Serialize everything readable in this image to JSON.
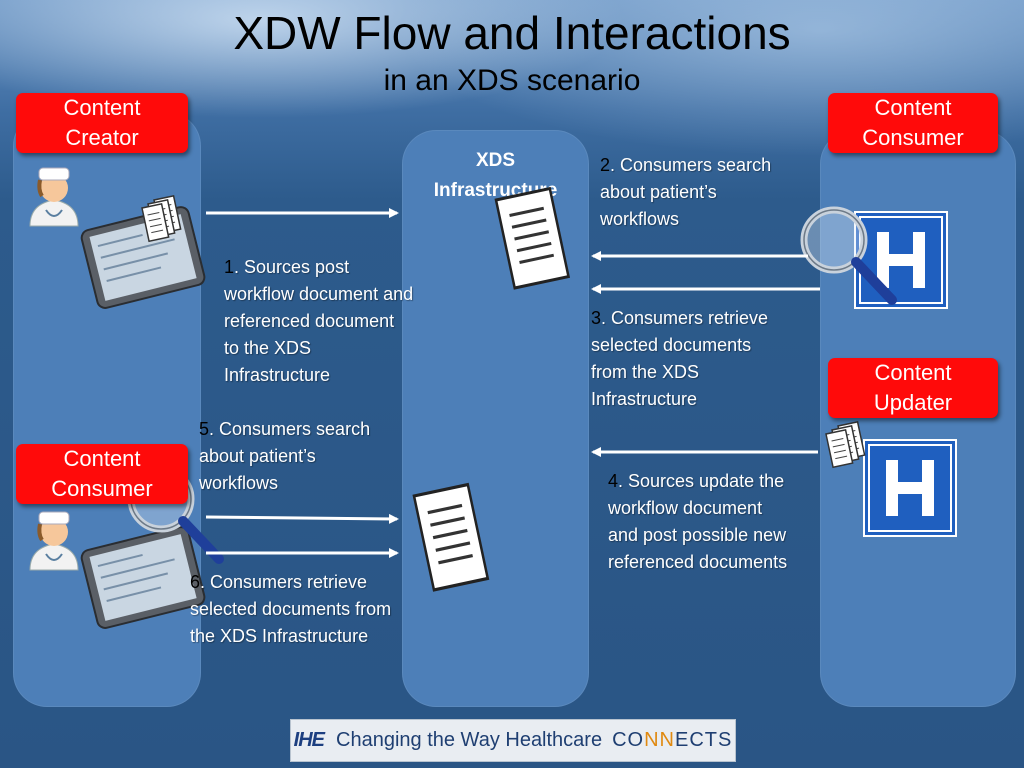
{
  "title": "XDW Flow and Interactions",
  "subtitle": "in an XDS scenario",
  "roles": {
    "content_creator": "Content\nCreator",
    "content_consumer_top": "Content\nConsumer",
    "content_updater": "Content\nUpdater",
    "content_consumer_bottom": "Content\nConsumer"
  },
  "infrastructure_label": "XDS\nInfrastructure",
  "steps": [
    {
      "num": "1",
      "text": ". Sources post workflow document and referenced document to the XDS Infrastructure"
    },
    {
      "num": "2",
      "text": ". Consumers search about patient’s workflows"
    },
    {
      "num": "3",
      "text": ". Consumers retrieve selected documents from the XDS Infrastructure"
    },
    {
      "num": "4",
      "text": ". Sources update the workflow document and post possible new referenced documents"
    },
    {
      "num": "5",
      "text": ". Consumers search about patient’s workflows"
    },
    {
      "num": "6",
      "text": ". Consumers retrieve selected documents from the XDS Infrastructure"
    }
  ],
  "footer": {
    "logo": "IHE",
    "tagline": "Changing the Way Healthcare",
    "connects_a": "CO",
    "connects_b": "NN",
    "connects_c": "ECTS"
  },
  "icons": [
    "nurse-icon",
    "tablet-icon",
    "documents-icon",
    "document-icon",
    "magnifier-icon",
    "hospital-icon"
  ],
  "colors": {
    "role_box": "#ff0a0a",
    "column": "#4d7fb8",
    "background": "#2a5585",
    "hospital": "#1f5fbf"
  }
}
